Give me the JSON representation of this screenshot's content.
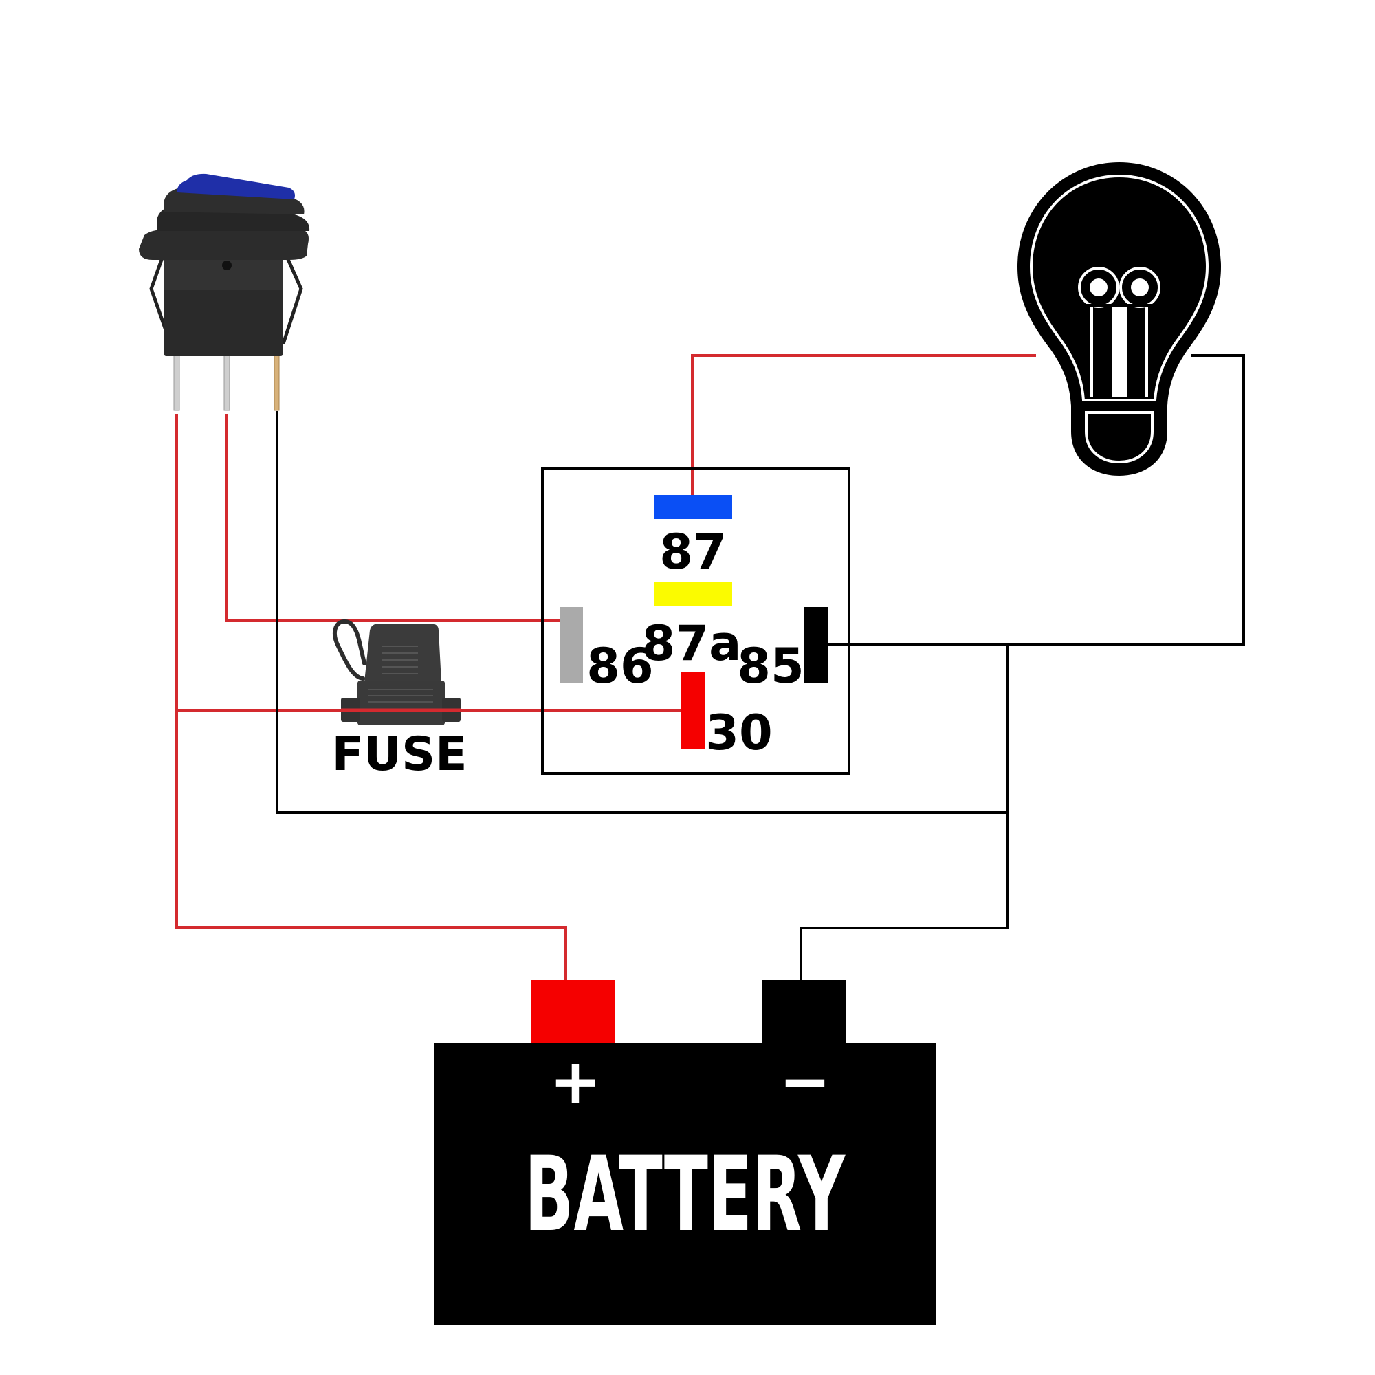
{
  "title": "Relay wiring diagram with illuminated rocker switch, fuse, lamp and battery",
  "colors": {
    "wire_positive": "#d42a2f",
    "wire_ground": "#000000",
    "pin_87": "#0a4ff5",
    "pin_87a": "#fbfb00",
    "pin_86": "#aaaaaa",
    "pin_85": "#000000",
    "pin_30": "#f50000",
    "battery_positive_terminal": "#f50000",
    "battery_negative_terminal": "#000000",
    "switch_indicator": "#1f2fa8"
  },
  "components": {
    "switch": {
      "name": "Illuminated rocker switch",
      "pins": 3,
      "icon": "rocker-switch-icon"
    },
    "fuse": {
      "label": "FUSE",
      "icon": "inline-fuse-holder-icon"
    },
    "lamp": {
      "icon": "light-bulb-icon"
    },
    "relay": {
      "pins": {
        "p87": "87",
        "p87a": "87a",
        "p86": "86",
        "p85": "85",
        "p30": "30"
      }
    },
    "battery": {
      "label": "BATTERY",
      "positive_symbol": "+",
      "negative_symbol": "−"
    }
  },
  "connections": [
    {
      "from": "switch.pin1",
      "to": "battery.positive",
      "color": "red"
    },
    {
      "from": "switch.pin1",
      "to": "fuse",
      "color": "red"
    },
    {
      "from": "fuse",
      "to": "relay.30",
      "color": "red"
    },
    {
      "from": "switch.pin2",
      "to": "relay.86",
      "color": "red"
    },
    {
      "from": "switch.pin3",
      "to": "battery.negative",
      "color": "black"
    },
    {
      "from": "relay.87",
      "to": "lamp",
      "color": "red"
    },
    {
      "from": "lamp",
      "to": "relay.85",
      "color": "black"
    },
    {
      "from": "relay.85",
      "to": "battery.negative",
      "color": "black"
    }
  ]
}
